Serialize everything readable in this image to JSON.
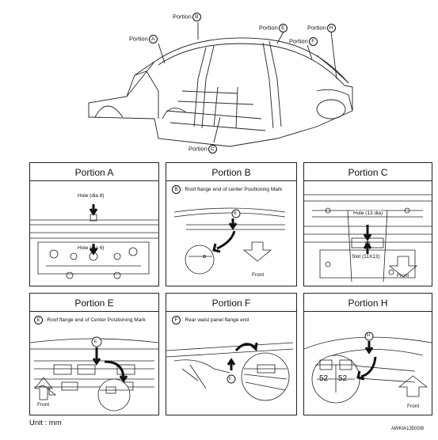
{
  "overview": {
    "callouts": [
      {
        "text": "Portion",
        "letter": "A"
      },
      {
        "text": "Portion",
        "letter": "B"
      },
      {
        "text": "Portion",
        "letter": "E"
      },
      {
        "text": "Portion",
        "letter": "F"
      },
      {
        "text": "Portion",
        "letter": "H"
      },
      {
        "text": "Portion",
        "letter": "C"
      }
    ]
  },
  "panels": {
    "a": {
      "title": "Portion A",
      "hole1": "Hole (dia 8)",
      "hole2": "Hole (dia 6)"
    },
    "b": {
      "title": "Portion B",
      "marker": "B",
      "note": ": Roof flange end of center Positioning Mark",
      "inner_marker": "B",
      "front": "Front"
    },
    "c": {
      "title": "Portion C",
      "hole": "Hole (13 dia)",
      "slot": "Slot (11X13)",
      "front": "Front"
    },
    "e": {
      "title": "Portion E",
      "marker": "E",
      "note": ": Roof flange end of Center Positioning Mark",
      "inner_marker": "E",
      "front": "Front"
    },
    "f": {
      "title": "Portion F",
      "marker": "F",
      "note": ": Rear waist panel flange end",
      "inner_marker": "F"
    },
    "h": {
      "title": "Portion H",
      "inner_marker": "H",
      "dim_left": "52",
      "dim_right": "52",
      "front": "Front"
    }
  },
  "footer": {
    "unit": "Unit : mm",
    "code": "AWKIA1350GB"
  }
}
